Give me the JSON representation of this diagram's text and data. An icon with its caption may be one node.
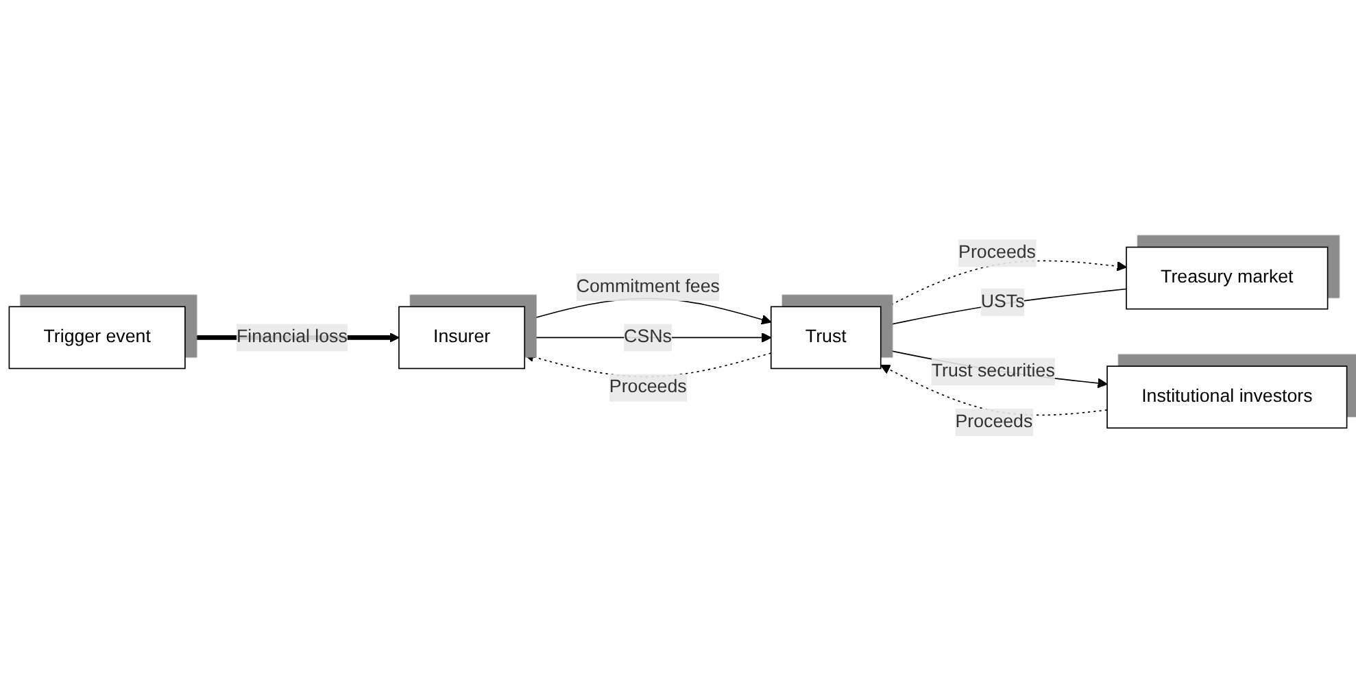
{
  "diagram": {
    "nodes": [
      {
        "text": [
          "Insurer"
        ]
      },
      {
        "text": [
          "Trust"
        ]
      },
      {
        "text": [
          "Treasury market"
        ]
      },
      {
        "text": [
          "Trigger event"
        ]
      },
      {
        "text": [
          "Institutional investors"
        ]
      }
    ],
    "edges": [
      {
        "from": 0,
        "to": 1,
        "arrow": "to",
        "label": "Commitment fees"
      },
      {
        "from": 1,
        "to": 0,
        "arrow": "to",
        "label": "Proceeds",
        "style": "dashed"
      },
      {
        "from": 0,
        "to": 1,
        "arrow": "to",
        "label": "CSNs"
      },
      {
        "from": 2,
        "to": 1,
        "arrow": "to",
        "label": "USTs"
      },
      {
        "from": 1,
        "to": 2,
        "arrow": "to",
        "label": "Proceeds",
        "style": "dashed"
      },
      {
        "from": 3,
        "to": 0,
        "arrow": "to",
        "label": "Financial loss",
        "style": "thick"
      },
      {
        "from": 1,
        "to": 4,
        "arrow": "to",
        "label": "Trust securities"
      },
      {
        "from": 4,
        "to": 1,
        "arrow": "to",
        "label": "Proceeds",
        "style": "dashed"
      }
    ]
  }
}
